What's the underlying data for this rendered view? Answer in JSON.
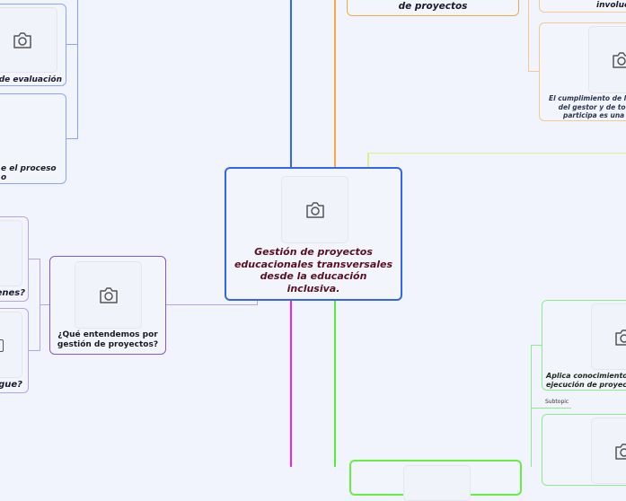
{
  "central": {
    "title": "Gestión de proyectos educacionales transversales desde la educación inclusiva.",
    "lines": [
      "Gestión de proyectos",
      "educacionales transversales",
      "desde la educación",
      "inclusiva."
    ],
    "color": "#3366ee",
    "text_color": "#5a1020"
  },
  "left_top": {
    "nodes": [
      {
        "label": "e de evaluación"
      },
      {
        "label_lines": [
          "e el proceso",
          "o"
        ]
      }
    ],
    "color": "#8aa5f5"
  },
  "left_mid": {
    "main": {
      "lines": [
        "¿Qué entendemos por",
        "gestión de proyectos?"
      ]
    },
    "children": [
      {
        "label": "enes?"
      },
      {
        "label": "gue?"
      }
    ],
    "color": "#8855dd",
    "child_color": "#b79cf0"
  },
  "top_center": {
    "label": "de proyectos",
    "color": "#f5a030"
  },
  "right_top": {
    "nodes": [
      {
        "label": "involuc"
      },
      {
        "lines": [
          "El cumplimiento de l",
          "del gestor y de to",
          "participa es una"
        ]
      }
    ],
    "color": "#f8c890"
  },
  "right_bottom": {
    "nodes": [
      {
        "lines": [
          "Aplica conocimientos",
          "ejecución de proyecto"
        ]
      }
    ],
    "subtopic": "Subtopic",
    "color": "#88ee88"
  },
  "connectors": {
    "blue": "#3366ee",
    "orange": "#f5a030",
    "magenta": "#ee22ee",
    "green": "#55ee33",
    "yellow": "#ddf088",
    "purple": "#b9a0f0"
  },
  "icons": {
    "image_placeholder": "camera-icon"
  }
}
